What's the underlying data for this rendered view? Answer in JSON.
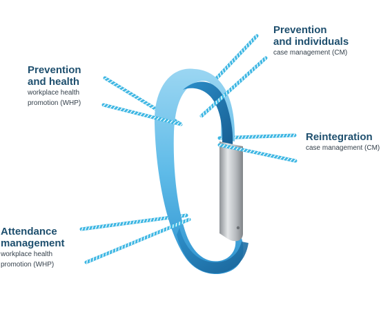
{
  "labels": {
    "prevention_individuals": {
      "title_line1": "Prevention",
      "title_line2": "and individuals",
      "subtitle_line1": "case management (CM)"
    },
    "prevention_health": {
      "title_line1": "Prevention",
      "title_line2": "and health",
      "subtitle_line1": "workplace health",
      "subtitle_line2": "promotion (WHP)"
    },
    "reintegration": {
      "title_line1": "Reintegration",
      "subtitle_line1": "case management (CM)"
    },
    "attendance_management": {
      "title_line1": "Attendance",
      "title_line2": "management",
      "subtitle_line1": "workplace health",
      "subtitle_line2": "promotion (WHP)"
    }
  },
  "icons": {
    "carabiner": "carabiner-icon",
    "rope": "rope-icon"
  },
  "colors": {
    "title_text": "#1e4f6e",
    "subtitle_text": "#333f4a",
    "carabiner_light": "#8fd0ef",
    "carabiner_dark": "#1b78b3",
    "rope_blue": "#3fb7e3",
    "gate_gray": "#b9bcbf"
  }
}
